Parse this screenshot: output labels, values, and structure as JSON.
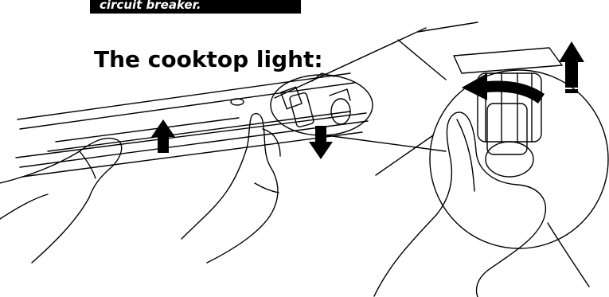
{
  "caption": "circuit breaker.",
  "heading": "The cooktop light:",
  "colors": {
    "ink": "#000000",
    "paper": "#ffffff"
  },
  "illustration": {
    "subject": "hands removing the cooktop light cover, with magnified detail view",
    "arrows": [
      "up-arrow",
      "down-arrow",
      "curved-arrow",
      "up-arrow-detail"
    ]
  }
}
